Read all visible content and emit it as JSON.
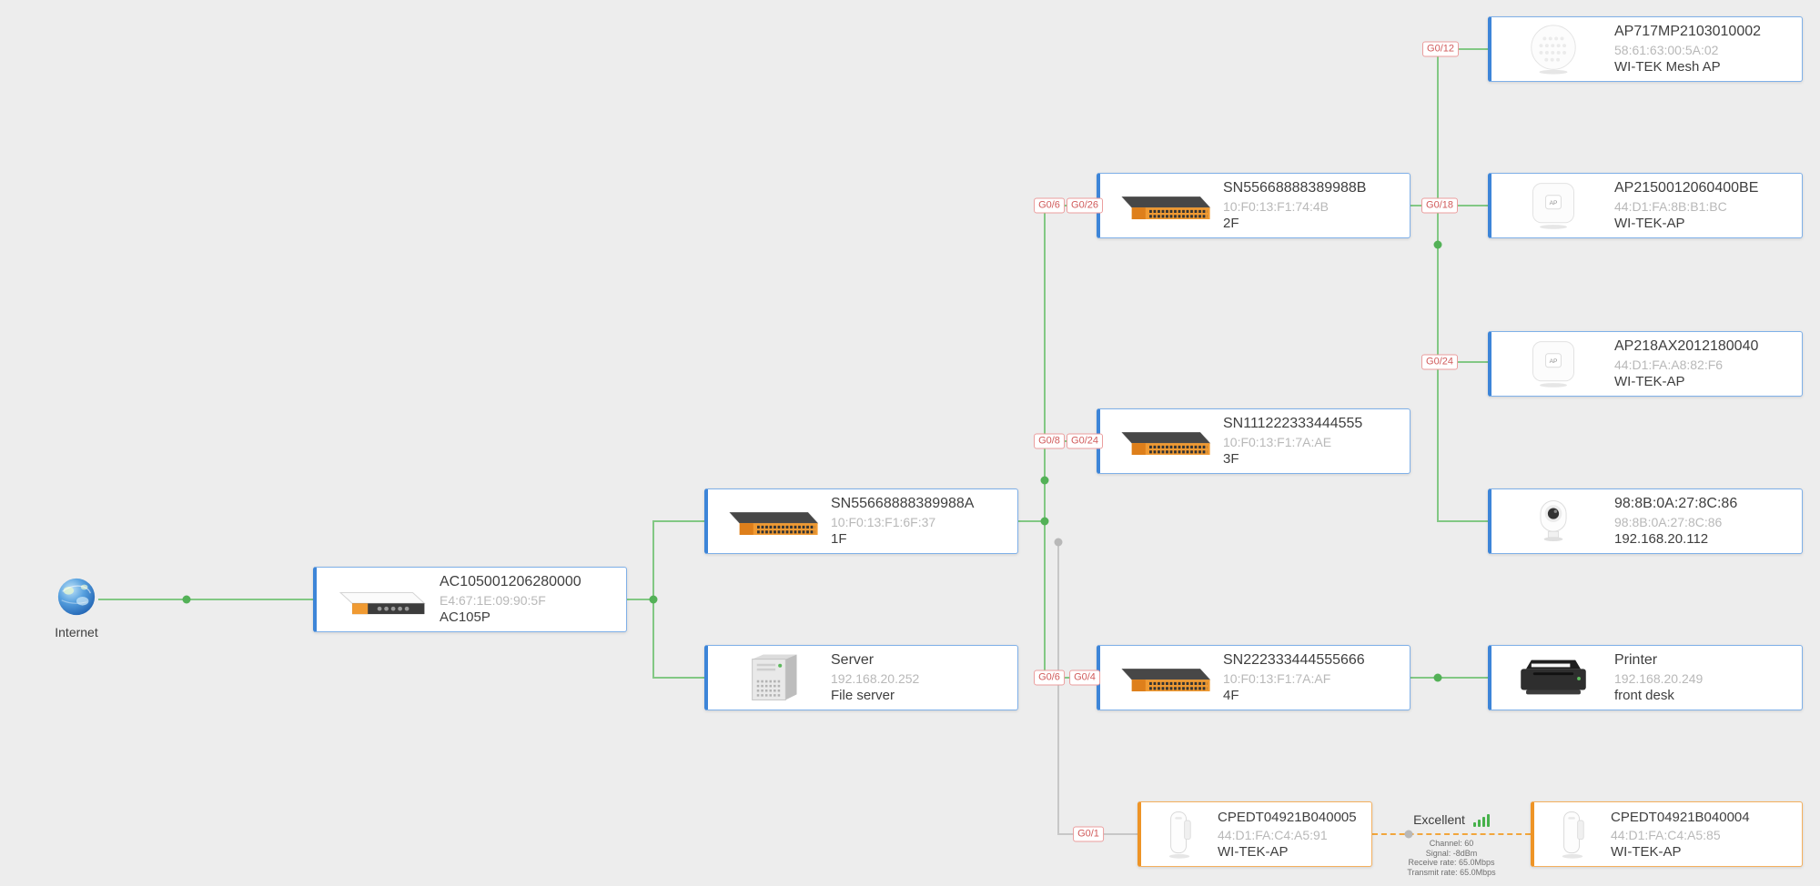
{
  "internet": {
    "label": "Internet"
  },
  "nodes": {
    "ac": {
      "title": "AC105001206280000",
      "sub": "E4:67:1E:09:90:5F",
      "name": "AC105P"
    },
    "sw1f": {
      "title": "SN55668888389988A",
      "sub": "10:F0:13:F1:6F:37",
      "name": "1F"
    },
    "server": {
      "title": "Server",
      "sub": "192.168.20.252",
      "name": "File server"
    },
    "sw2f": {
      "title": "SN55668888389988B",
      "sub": "10:F0:13:F1:74:4B",
      "name": "2F"
    },
    "sw3f": {
      "title": "SN111222333444555",
      "sub": "10:F0:13:F1:7A:AE",
      "name": "3F"
    },
    "sw4f": {
      "title": "SN222333444555666",
      "sub": "10:F0:13:F1:7A:AF",
      "name": "4F"
    },
    "mesh": {
      "title": "AP717MP2103010002",
      "sub": "58:61:63:00:5A:02",
      "name": "WI-TEK Mesh AP"
    },
    "ap2150": {
      "title": "AP2150012060400BE",
      "sub": "44:D1:FA:8B:B1:BC",
      "name": "WI-TEK-AP"
    },
    "ap218": {
      "title": "AP218AX2012180040",
      "sub": "44:D1:FA:A8:82:F6",
      "name": "WI-TEK-AP"
    },
    "camera": {
      "title": "98:8B:0A:27:8C:86",
      "sub": "98:8B:0A:27:8C:86",
      "name": "192.168.20.112"
    },
    "printer": {
      "title": "Printer",
      "sub": "192.168.20.249",
      "name": "front desk"
    },
    "cpe5": {
      "title": "CPEDT04921B040005",
      "sub": "44:D1:FA:C4:A5:91",
      "name": "WI-TEK-AP"
    },
    "cpe4": {
      "title": "CPEDT04921B040004",
      "sub": "44:D1:FA:C4:A5:85",
      "name": "WI-TEK-AP"
    }
  },
  "ports": {
    "p12": "G0/12",
    "p6a": "G0/6",
    "p26": "G0/26",
    "p18": "G0/18",
    "p24a": "G0/24",
    "p8": "G0/8",
    "p24b": "G0/24",
    "p6b": "G0/6",
    "p4": "G0/4",
    "p1": "G0/1"
  },
  "wireless": {
    "quality": "Excellent",
    "stats": {
      "channel": "Channel: 60",
      "signal": "Signal: -8dBm",
      "receive": "Receive rate: 65.0Mbps",
      "transmit": "Transmit rate: 65.0Mbps"
    }
  },
  "badges": {
    "ap": "AP"
  },
  "colors": {
    "background": "#ededed",
    "link_green": "#82c884",
    "link_gray": "#c7c7c7",
    "wireless_orange": "#f2a63c",
    "card_blue": "#3d85d8",
    "card_orange": "#ee9426",
    "port_red": "#d05a5a",
    "junction_green": "#53b157",
    "signal_green": "#46b14a"
  }
}
